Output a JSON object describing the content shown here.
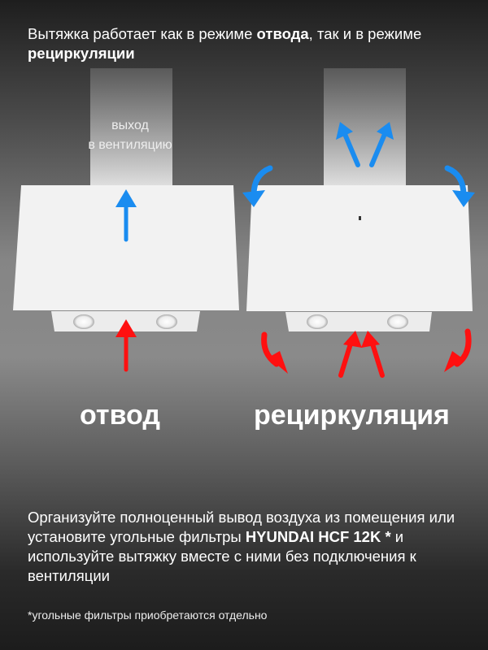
{
  "title": {
    "prefix": "Вытяжка работает как в режиме ",
    "bold1": "отвода",
    "middle": ", так и в режиме ",
    "bold2": "рециркуляции"
  },
  "left_panel": {
    "caption_line1": "выход",
    "caption_line2": "в вентиляцию",
    "label": "отвод"
  },
  "right_panel": {
    "label": "рециркуляция"
  },
  "description": {
    "part1": "Организуйте полноценный вывод воздуха из помещения или установите угольные фильтры ",
    "bold": "HYUNDAI HCF 12K *",
    "part2": " и используйте вытяжку вместе с ними без подключения к вентиляции"
  },
  "footnote": "*угольные фильтры приобретаются отдельно",
  "colors": {
    "outflow_arrow": "#1a8cf0",
    "inflow_arrow": "#ff1010",
    "hood": "#f2f2f2"
  }
}
